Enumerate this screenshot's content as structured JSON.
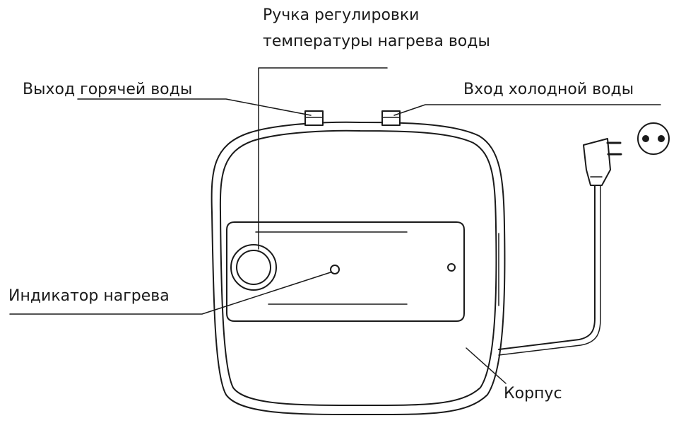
{
  "labels": {
    "knob_line1": "Ручка регулировки",
    "knob_line2": "температуры нагрева воды",
    "hot_outlet": "Выход горячей воды",
    "cold_inlet": "Вход холодной воды",
    "indicator": "Индикатор нагрева",
    "body": "Корпус"
  },
  "colors": {
    "stroke": "#1a1a1a",
    "background": "#ffffff"
  }
}
